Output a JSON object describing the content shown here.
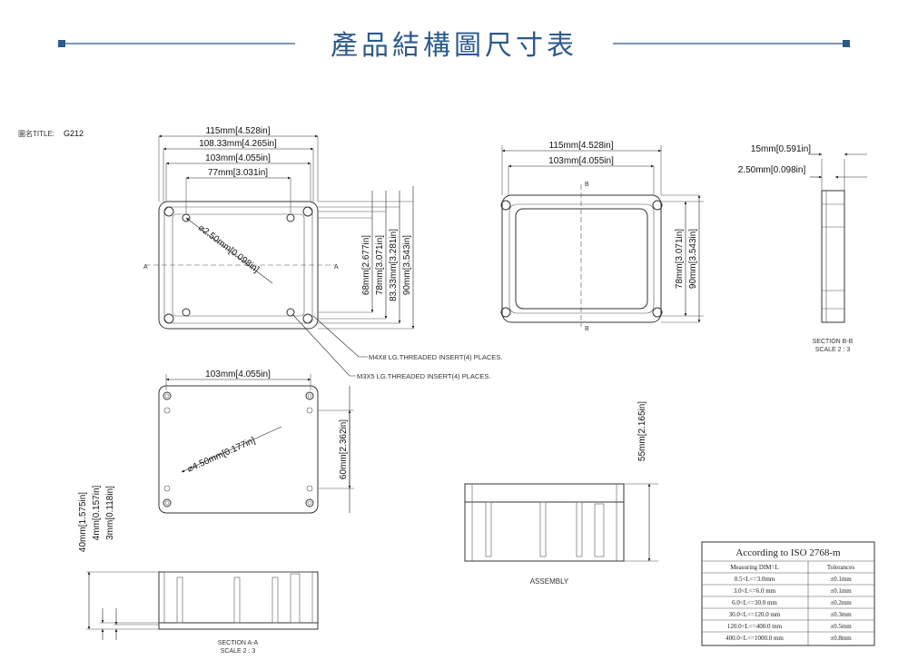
{
  "header": {
    "title": "產品結構圖尺寸表",
    "accent_color": "#2b5a8c"
  },
  "drawing_title": {
    "label": "圖名TITLE:",
    "value": "G212"
  },
  "top_view": {
    "dims": {
      "w_outer": "115mm[4.528in]",
      "w_108": "108.33mm[4.265in]",
      "w_103": "103mm[4.055in]",
      "w_77": "77mm[3.031in]",
      "h_68": "68mm[2.677in]",
      "h_78": "78mm[3.071in]",
      "h_83": "83.33mm[3.281in]",
      "h_90": "90mm[3.543in]",
      "diag": "⌀2.50mm[0.098in]"
    },
    "section_marks": [
      "A",
      "A"
    ],
    "callouts": [
      "M4X8 LG.THREADED INSERT(4) PLACES.",
      "M3X5 LG.THREADED INSERT(4) PLACES."
    ]
  },
  "bottom_view": {
    "dims": {
      "w_103": "103mm[4.055in]",
      "h_60": "60mm[2.362in]",
      "diag": "⌀4.50mm[0.177in]"
    }
  },
  "right_view": {
    "dims": {
      "w_115": "115mm[4.528in]",
      "w_103": "103mm[4.055in]",
      "h_78": "78mm[3.071in]",
      "h_90": "90mm[3.543in]"
    },
    "section_marks": [
      "B",
      "B"
    ]
  },
  "section_bb": {
    "dims": {
      "w_15": "15mm[0.591in]",
      "w_250": "2.50mm[0.098in]"
    },
    "caption": [
      "SECTION B-B",
      "SCALE 2 : 3"
    ]
  },
  "section_aa": {
    "dims": {
      "h_40": "40mm[1.575in]",
      "h_4": "4mm[0.157in]",
      "h_3": "3mm[0.118in]"
    },
    "caption": [
      "SECTION A-A",
      "SCALE 2 : 3"
    ]
  },
  "assembly": {
    "dims": {
      "h_55": "55mm[2.165in]"
    },
    "caption": "ASSEMBLY"
  },
  "tolerance_table": {
    "title": "According to ISO 2768-m",
    "headers": [
      "Measuring  DIM=L",
      "Tolerances"
    ],
    "rows": [
      [
        "0.5<L<=3.0mm",
        "±0.1mm"
      ],
      [
        "3.0<L<=6.0 mm",
        "±0.1mm"
      ],
      [
        "6.0<L<=30.0 mm",
        "±0.2mm"
      ],
      [
        "30.0<L<=120.0 mm",
        "±0.3mm"
      ],
      [
        "120.0<L<=400.0 mm",
        "±0.5mm"
      ],
      [
        "400.0<L<=1000.0 mm",
        "±0.8mm"
      ]
    ]
  }
}
